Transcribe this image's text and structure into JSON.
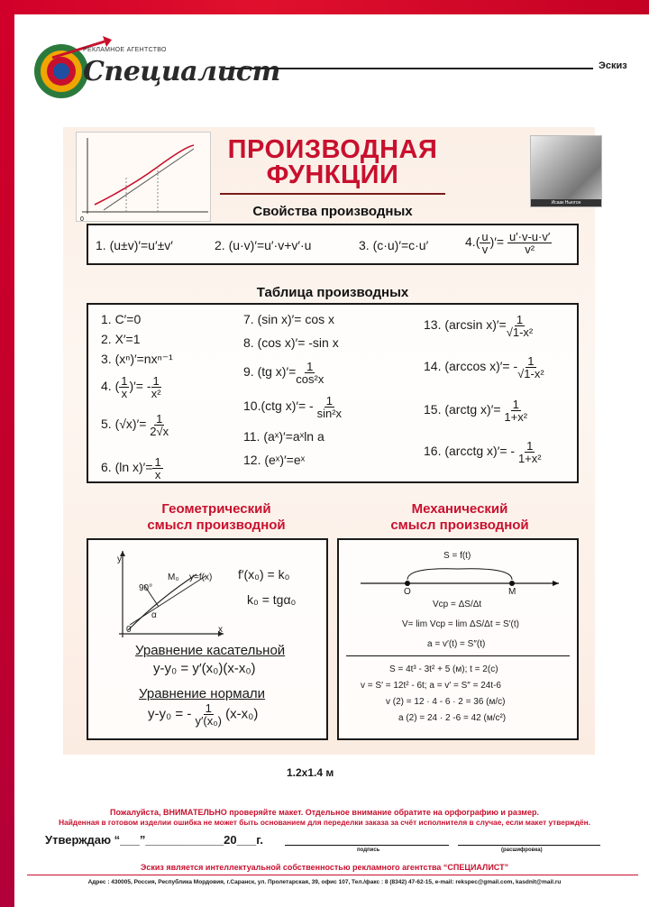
{
  "header": {
    "agency_small": "РЕКЛАМНОЕ АГЕНТСТВО",
    "agency_name": "Специалист",
    "sketch_label": "Эскиз"
  },
  "poster": {
    "title_line1": "ПРОИЗВОДНАЯ",
    "title_line2": "ФУНКЦИИ",
    "portrait_caption": "Исаак Ньютон",
    "properties_heading": "Свойства производных",
    "properties": [
      "1. (u±v)′=u′±v′",
      "2. (u·v)′=u′·v+v′·u",
      "3. (c·u)′=c·u′",
      "4."
    ],
    "prop4_num": "u′·v-u·v′",
    "prop4_den": "v²",
    "table_heading": "Таблица производных",
    "col1": {
      "r1": "1. C′=0",
      "r2": "2. X′=1",
      "r3": "3. (xⁿ)′=nxⁿ⁻¹",
      "r4a": "4.",
      "r4b": "′= -",
      "r5a": "5.",
      "r5b": "′=",
      "r6a": "6.  (ln x)′="
    },
    "col2": {
      "r7": "7.  (sin x)′= cos x",
      "r8": "8.  (cos x)′= -sin x",
      "r9a": "9.  (tg x)′=",
      "r9n": "1",
      "r9d": "cos²x",
      "r10a": "10.(ctg x)′= -",
      "r10n": "1",
      "r10d": "sin²x",
      "r11": "11. (aˣ)′=aˣln a",
      "r12": "12. (eˣ)′=eˣ"
    },
    "col3": {
      "r13": "13. (arcsin x)′=",
      "r14": "14. (arccos x)′= -",
      "r15": "15. (arctg x)′=",
      "r16": "16. (arcctg x)′= -",
      "root": "1-x²",
      "den": "1+x²",
      "one": "1"
    },
    "geom_heading_1": "Геометрический",
    "geom_heading_2": "смысл производной",
    "mech_heading_1": "Механический",
    "mech_heading_2": "смысл производной",
    "geom": {
      "f1": "f′(x₀) = k₀",
      "f2": "k₀ = tgα₀",
      "tangent_title": "Уравнение касательной",
      "tangent_eq": "y-y₀ = y′(x₀)(x-x₀)",
      "normal_title": "Уравнение нормали",
      "normal_eq_a": "y-y₀ = -",
      "normal_eq_n": "1",
      "normal_eq_d": "y′(x₀)",
      "normal_eq_b": "(x-x₀)",
      "lbl_y": "y",
      "lbl_x": "x",
      "lbl_0": "0",
      "lbl_m": "M₀",
      "lbl_f": "y=f(x)",
      "lbl_90": "90°",
      "lbl_a": "α"
    },
    "mech": {
      "s": "S = f(t)",
      "o": "O",
      "m": "M",
      "l1": "Vср = ΔS/Δt",
      "l2": "V= lim Vср = lim ΔS/Δt = S′(t)",
      "l3": "a = v′(t) = S″(t)",
      "l4": "S = 4t³ - 3t² + 5 (м);        t = 2(c)",
      "l5": "v = S′ = 12t² - 6t;        a = v′ = S″ = 24t-6",
      "l6": "v (2) = 12 · 4 - 6 · 2 = 36 (м/с)",
      "l7": "a (2) = 24 · 2 -6 = 42 (м/с²)"
    }
  },
  "size": "1.2x1.4 м",
  "footer": {
    "note1": "Пожалуйста, ВНИМАТЕЛЬНО проверяйте макет. Отдельное внимание обратите на орфографию и размер.",
    "note2": "Найденная в готовом изделии ошибка не может быть основанием для переделки заказа за счёт исполнителя  в случае, если макет утверждён.",
    "approve": "Утверждаю “___”____________20___г.",
    "sign": "подпись",
    "decode": "(расшифровка)",
    "ip": "Эскиз является интеллектуальной собственностью рекламного агентства “СПЕЦИАЛИСТ”",
    "address": "Адрес : 430005, Россия, Республика Мордовия, г.Саранск, ул. Пролетарская, 39, офис 107, Тел./факс : 8 (8342) 47-62-15, e-mail: rekspec@gmail.com, kasdnit@mail.ru"
  }
}
